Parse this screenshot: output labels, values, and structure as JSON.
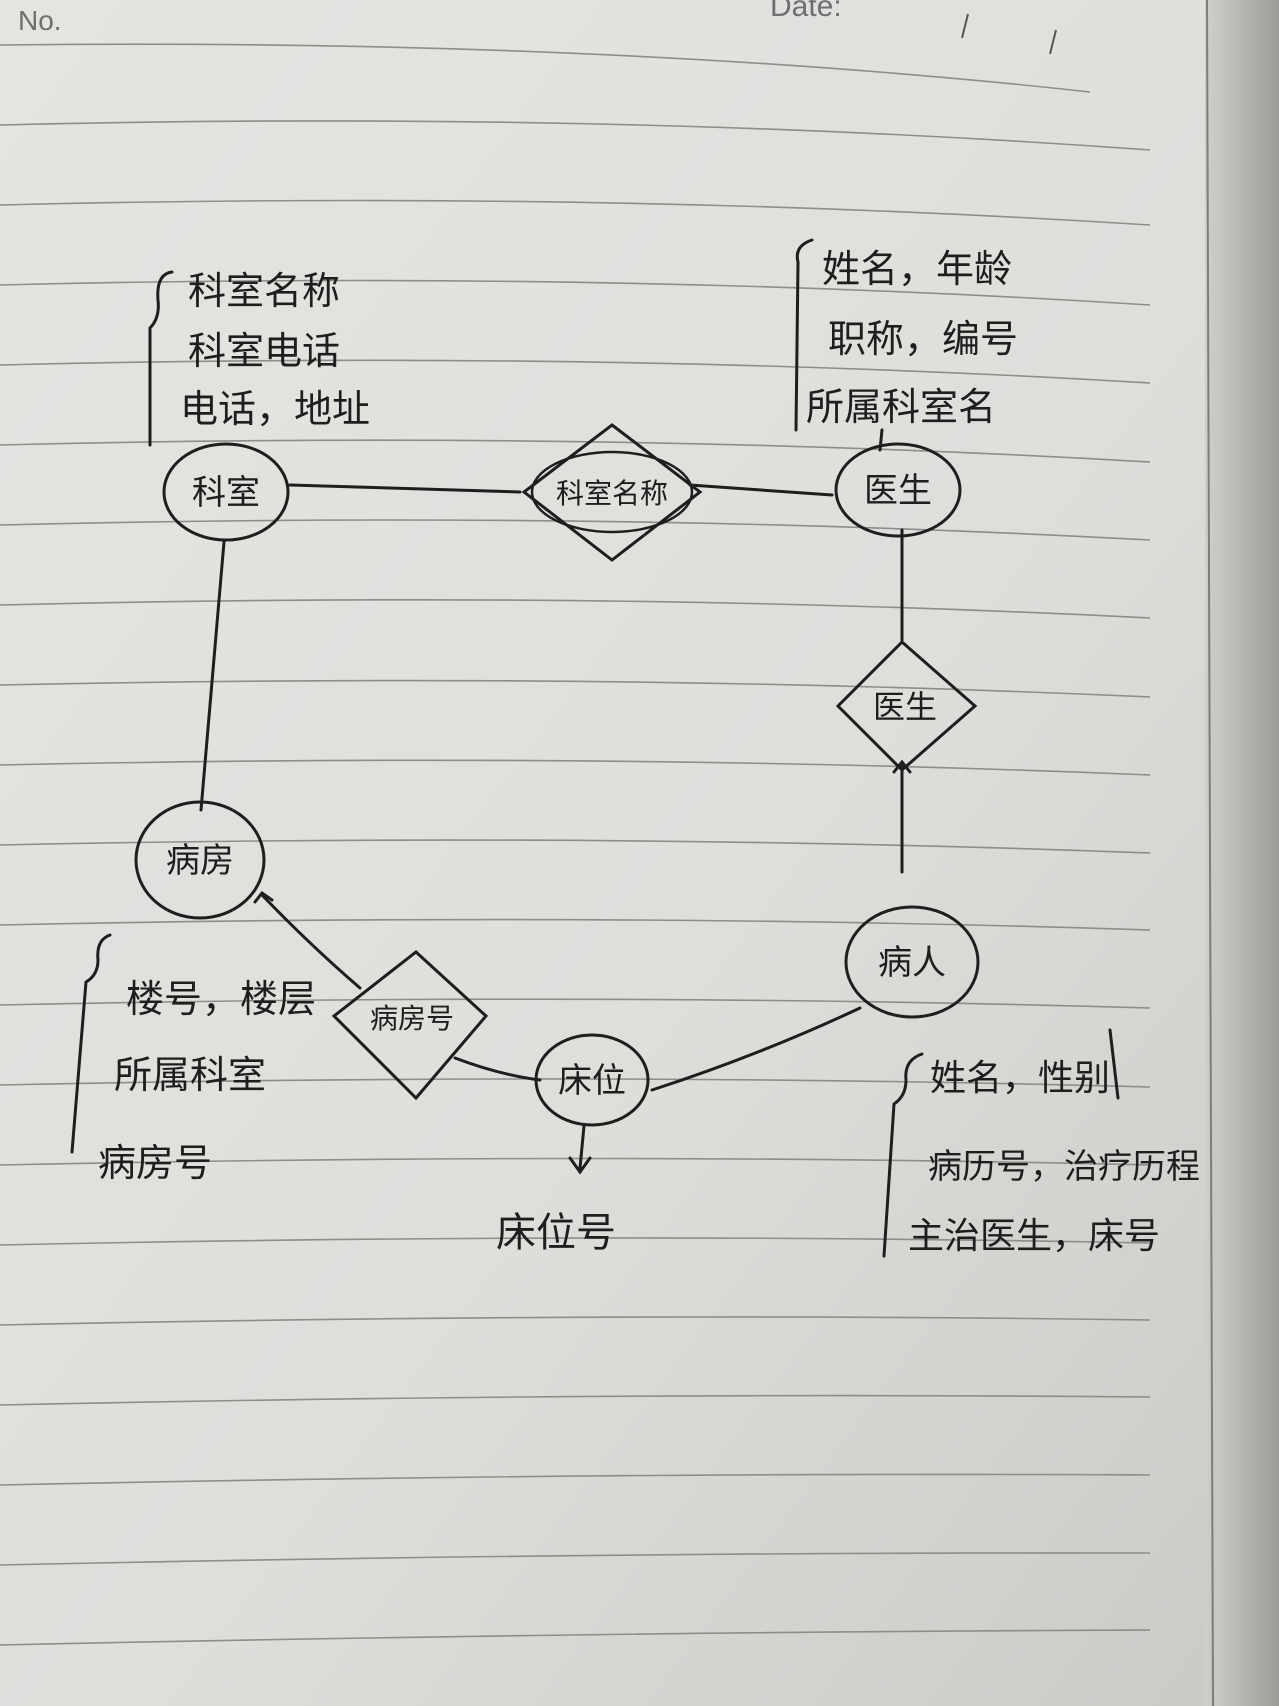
{
  "header": {
    "no_label": "No.",
    "date_label": "Date:"
  },
  "entities": {
    "department": {
      "label": "科室",
      "attributes": [
        "科室名称",
        "科室电话",
        "电话，地址"
      ]
    },
    "doctor": {
      "label": "医生",
      "attributes": [
        "姓名，年龄",
        "职称，编号",
        "所属科室名"
      ]
    },
    "ward": {
      "label": "病房",
      "attributes": [
        "楼号，楼层",
        "所属科室",
        "病房号"
      ]
    },
    "patient": {
      "label": "病人",
      "attributes": [
        "姓名，性别",
        "病历号，治疗历程",
        "主治医生，床号"
      ]
    },
    "bed": {
      "label": "床位",
      "attribute": "床位号"
    }
  },
  "relationships": {
    "dept_doctor": "科室名称",
    "doctor_patient": "医生",
    "ward_bed": "病房号"
  },
  "colors": {
    "paper": "#e6e6e3",
    "ink": "#1e1e1e",
    "rule_line": "#8a8a88"
  }
}
